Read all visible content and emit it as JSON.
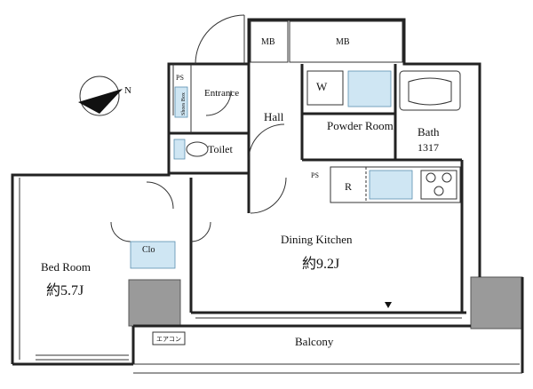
{
  "plan": {
    "rooms": {
      "mb_1": "MB",
      "mb_2": "MB",
      "ps_1": "PS",
      "ps_2": "PS",
      "shoes_box": "Shoes Box",
      "entrance": "Entrance",
      "hall": "Hall",
      "washer": "W",
      "powder_room": "Powder Room",
      "bath": "Bath",
      "bath_size": "1317",
      "toilet": "Toilet",
      "refrigerator": "R",
      "closet": "Clo",
      "dining_kitchen": "Dining Kitchen",
      "dining_kitchen_area": "約9.2J",
      "bed_room": "Bed Room",
      "bed_room_area": "約5.7J",
      "balcony": "Balcony",
      "aircon": "エアコン"
    },
    "compass": "N",
    "colors": {
      "wall": "#222222",
      "wet_area": "#cfe6f3",
      "pillar": "#9a9a9a"
    }
  }
}
